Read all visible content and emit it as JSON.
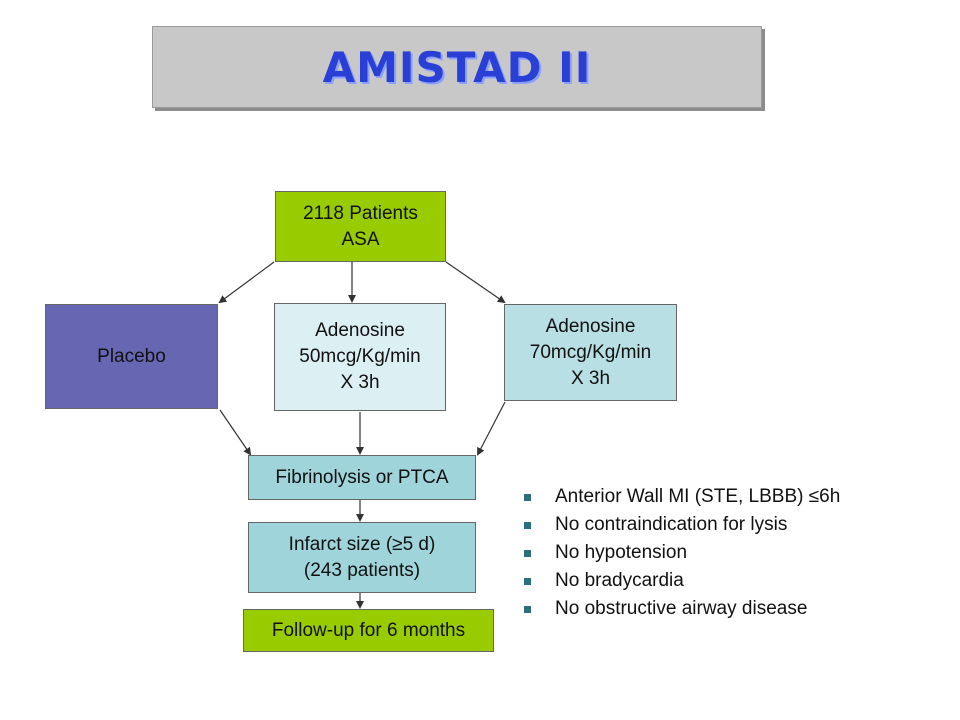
{
  "title": "AMISTAD II",
  "boxes": {
    "start": [
      "2118 Patients",
      "ASA"
    ],
    "placebo": [
      "Placebo"
    ],
    "adenosine50": [
      "Adenosine",
      "50mcg/Kg/min",
      "X 3h"
    ],
    "adenosine70": [
      "Adenosine",
      "70mcg/Kg/min",
      "X 3h"
    ],
    "treatment": [
      "Fibrinolysis or PTCA"
    ],
    "infarct": [
      "Infarct size (≥5 d)",
      "(243 patients)"
    ],
    "followup": [
      "Follow-up for 6 months"
    ]
  },
  "criteria": [
    "Anterior Wall MI (STE, LBBB) ≤6h",
    "No contraindication for lysis",
    "No hypotension",
    "No bradycardia",
    "No obstructive airway disease"
  ],
  "colors": {
    "title": "#2a3fd6",
    "start": "#99cc00",
    "placebo": "#6666b3",
    "adenosine50": "#dceff2",
    "adenosine70": "#b7dfe4",
    "bullet": "#2b6f7a"
  }
}
